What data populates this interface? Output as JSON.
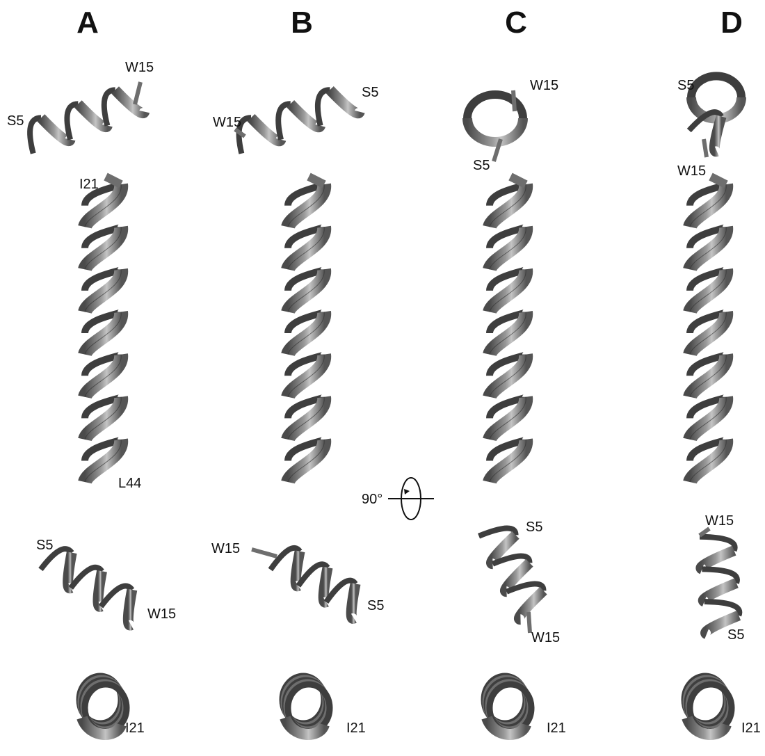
{
  "panels": [
    {
      "letter": "A",
      "top_labels": {
        "a": "W15",
        "b": "S5"
      },
      "long_helix_labels": {
        "top": "I21",
        "bottom": "L44"
      },
      "rotated_labels": {
        "a": "S5",
        "b": "W15"
      },
      "end_view_label": "I21"
    },
    {
      "letter": "B",
      "top_labels": {
        "a": "S5",
        "b": "W15"
      },
      "long_helix_labels": {
        "top": "",
        "bottom": ""
      },
      "rotated_labels": {
        "a": "W15",
        "b": "S5"
      },
      "end_view_label": "I21"
    },
    {
      "letter": "C",
      "top_labels": {
        "a": "W15",
        "b": "S5"
      },
      "long_helix_labels": {
        "top": "",
        "bottom": ""
      },
      "rotated_labels": {
        "a": "S5",
        "b": "W15"
      },
      "end_view_label": "I21"
    },
    {
      "letter": "D",
      "top_labels": {
        "a": "S5",
        "b": "W15"
      },
      "long_helix_labels": {
        "top": "",
        "bottom": ""
      },
      "rotated_labels": {
        "a": "W15",
        "b": "S5"
      },
      "end_view_label": "I21"
    }
  ],
  "rotation_label": "90°",
  "colors": {
    "ribbon": "#6e6e6e",
    "ribbon_light": "#b8b8b8",
    "ribbon_dark": "#3e3e3e",
    "text": "#111111"
  }
}
